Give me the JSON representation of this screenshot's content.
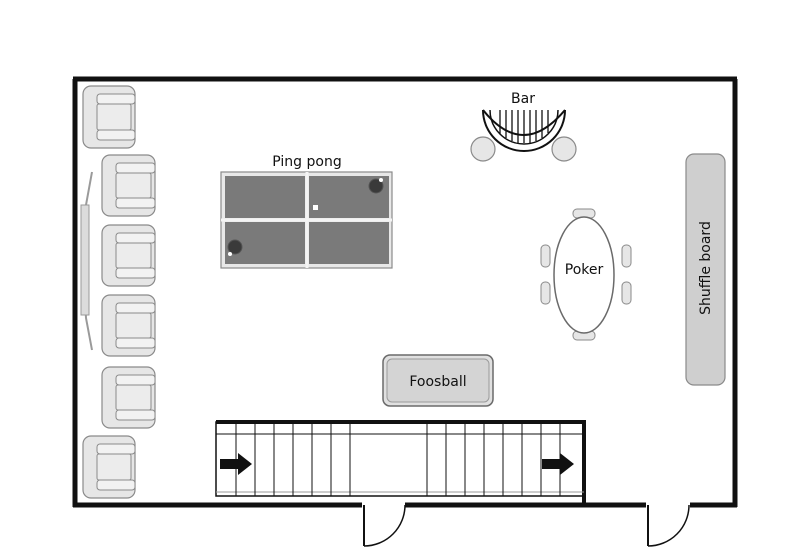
{
  "labels": {
    "bar": "Bar",
    "ping_pong": "Ping pong",
    "poker": "Poker",
    "foosball": "Foosball",
    "shuffle_board": "Shuffle board"
  },
  "colors": {
    "wall": "#111111",
    "furniture_fill": "#e6e6e6",
    "furniture_stroke": "#8a8a8a",
    "table_dark": "#7a7a7a",
    "shuffle_fill": "#cfcfcf"
  }
}
